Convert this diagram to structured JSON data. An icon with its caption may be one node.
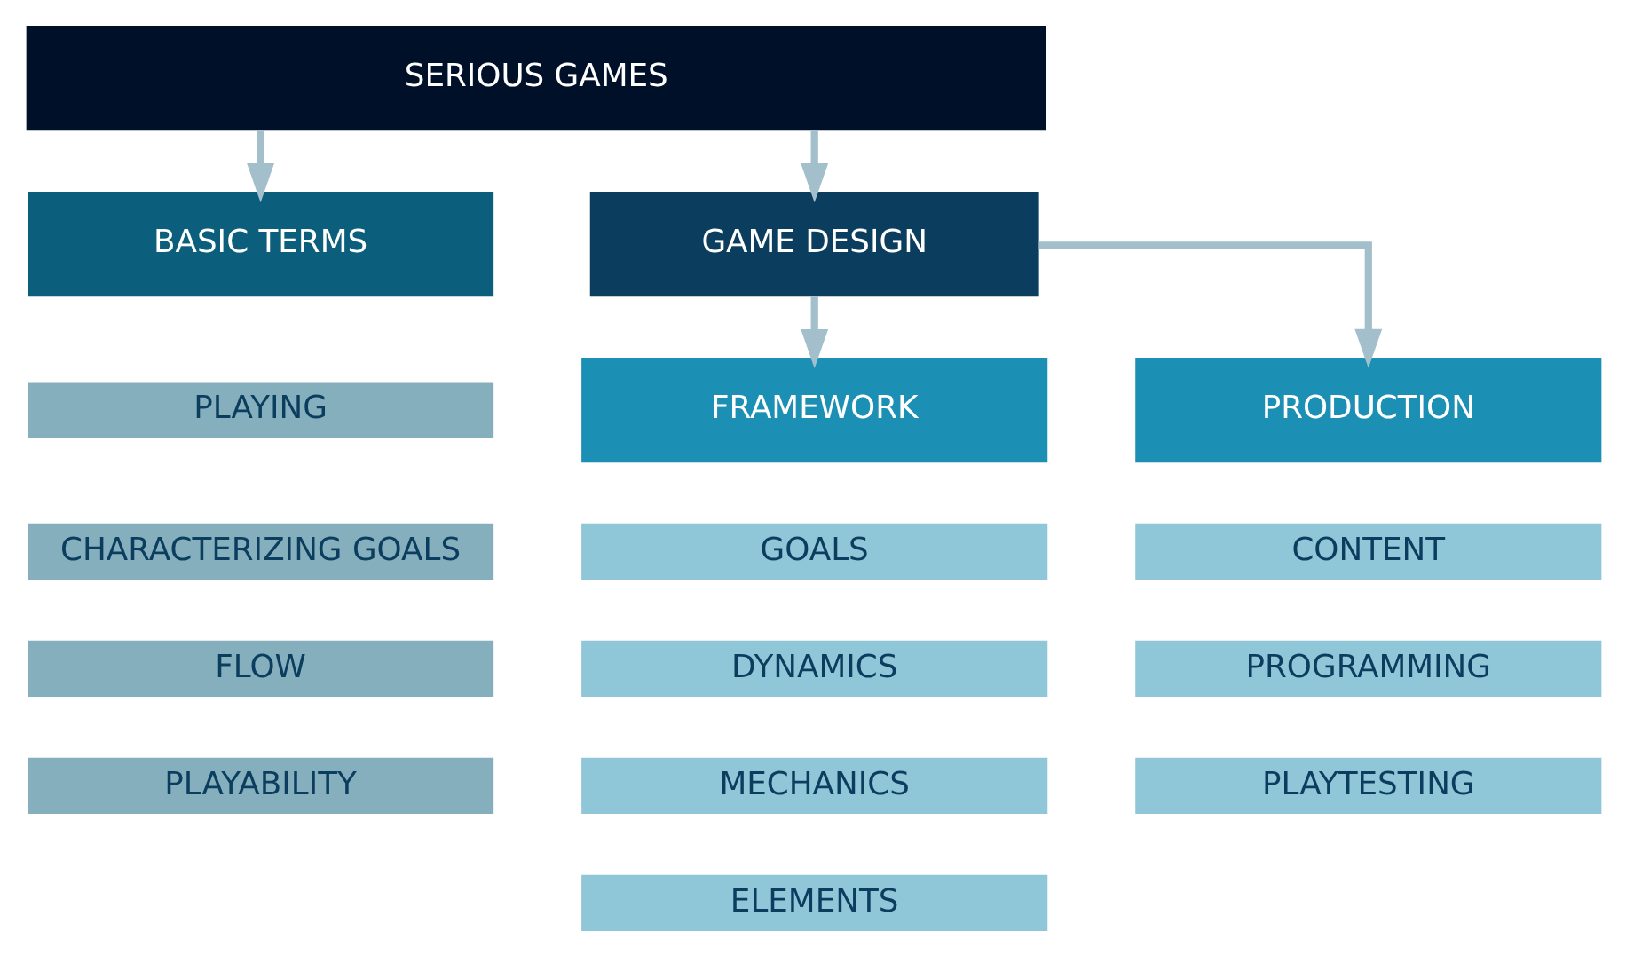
{
  "diagram": {
    "nodes": [
      {
        "text": [
          "SERIOUS GAMES"
        ]
      },
      {
        "text": [
          "BASIC TERMS"
        ]
      },
      {
        "text": [
          "GAME DESIGN"
        ]
      },
      {
        "text": [
          "PLAYING"
        ]
      },
      {
        "text": [
          "CHARACTERIZING GOALS"
        ]
      },
      {
        "text": [
          "FLOW"
        ]
      },
      {
        "text": [
          "PLAYABILITY"
        ]
      },
      {
        "text": [
          "FRAMEWORK"
        ]
      },
      {
        "text": [
          "PRODUCTION"
        ]
      },
      {
        "text": [
          "GOALS"
        ]
      },
      {
        "text": [
          "DYNAMICS"
        ]
      },
      {
        "text": [
          "MECHANICS"
        ]
      },
      {
        "text": [
          "ELEMENTS"
        ]
      },
      {
        "text": [
          "CONTENT"
        ]
      },
      {
        "text": [
          "PROGRAMMING"
        ]
      },
      {
        "text": [
          "PLAYTESTING"
        ]
      }
    ],
    "edges": [
      {
        "from": 0,
        "to": 1,
        "arrow": "to"
      },
      {
        "from": 0,
        "to": 2,
        "arrow": "to"
      },
      {
        "from": 2,
        "to": 7,
        "arrow": "to"
      },
      {
        "from": 2,
        "to": 8,
        "arrow": "to"
      }
    ]
  }
}
